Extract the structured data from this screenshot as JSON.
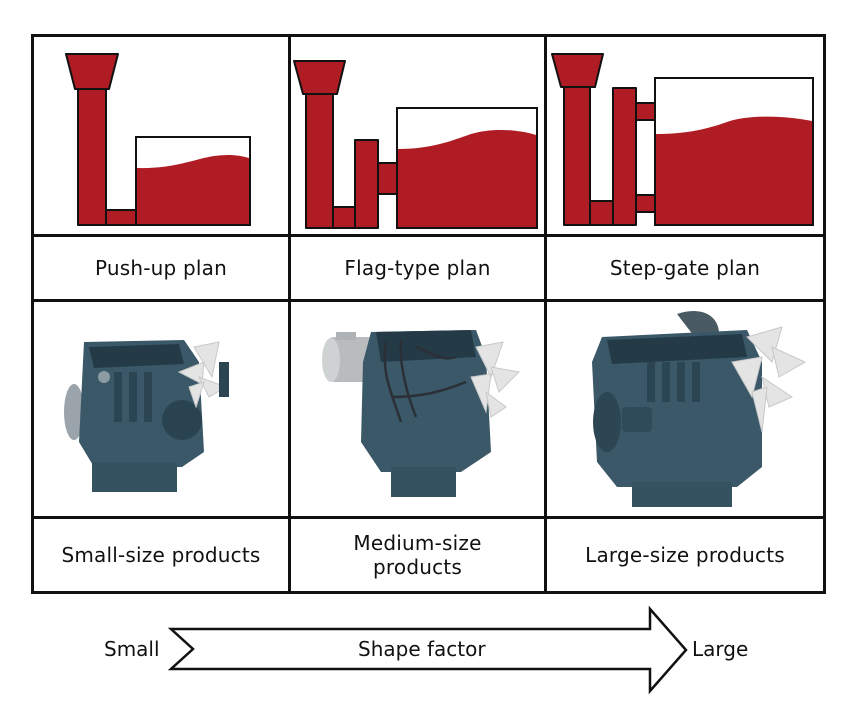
{
  "colors": {
    "mold_fill": "#b01c24",
    "outline": "#111111",
    "engine_body": "#3a5868",
    "engine_dark": "#243b47",
    "fan": "#e6e6e6"
  },
  "columns": [
    {
      "plan_label": "Push-up plan",
      "diagram_icon": "push-up-plan-diagram",
      "engine_icon": "small-engine-image",
      "product_label": "Small-size products"
    },
    {
      "plan_label": "Flag-type plan",
      "diagram_icon": "flag-type-plan-diagram",
      "engine_icon": "medium-engine-image",
      "product_label_line1": "Medium-size",
      "product_label_line2": "products"
    },
    {
      "plan_label": "Step-gate plan",
      "diagram_icon": "step-gate-plan-diagram",
      "engine_icon": "large-engine-image",
      "product_label": "Large-size products"
    }
  ],
  "scale": {
    "left_label": "Small",
    "arrow_label": "Shape factor",
    "right_label": "Large"
  }
}
